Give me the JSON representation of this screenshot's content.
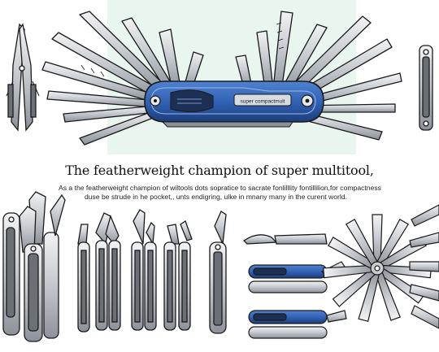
{
  "colors": {
    "background": "#ffffff",
    "panel": "#e9f5ef",
    "handle_blue": "#2f5fb0",
    "outline": "#1a1a1a",
    "steel": "#c9ccd1"
  },
  "hero_tool": {
    "brand_label": "super compactmult"
  },
  "headline": "The featherweight champion of super multitool,",
  "description": {
    "line1": "As a the featherweight  champion of wiltools dots sopratice to sacrate fonlilllity fontillilion,for compactness",
    "line2": "duse be strude in he pocket,, unts endigring,  ulke in mnany many in the curent world."
  },
  "icons": [
    "multitool-icon",
    "knife-blade-icon",
    "pliers-icon",
    "screwdriver-icon",
    "saw-blade-icon",
    "scissors-icon"
  ]
}
